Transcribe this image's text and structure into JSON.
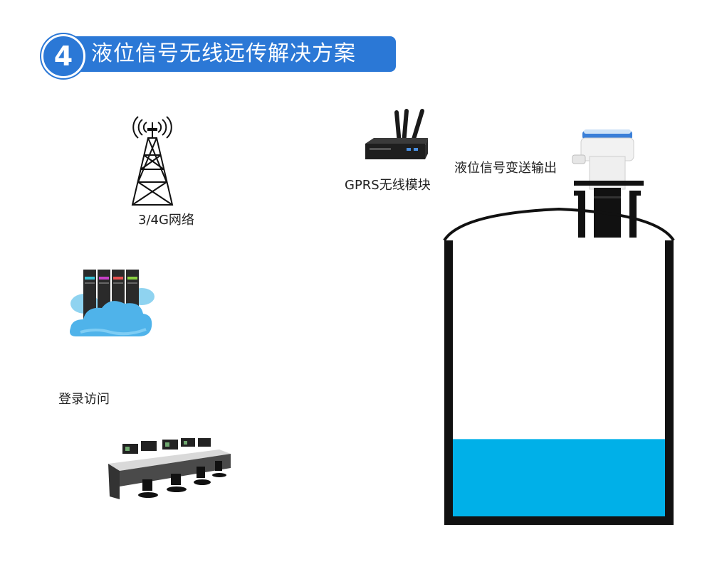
{
  "header": {
    "step_number": "4",
    "title": "液位信号无线远传解决方案"
  },
  "labels": {
    "network": "3/4G网络",
    "gprs": "GPRS无线模块",
    "transmitter": "液位信号变送输出",
    "login": "登录访问"
  },
  "colors": {
    "accent": "#2b78d6",
    "liquid": "#00b0e8",
    "tank": "#111111"
  },
  "tank": {
    "liquid_level_fraction": 0.28
  },
  "icons": [
    "signal-tower-icon",
    "gprs-router-icon",
    "cloud-server-icon",
    "control-center-icon",
    "ultrasonic-level-sensor-icon",
    "tank"
  ]
}
